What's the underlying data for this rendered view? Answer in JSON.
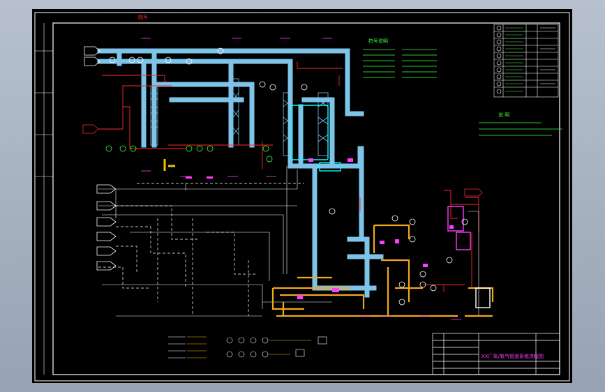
{
  "drawing": {
    "sheet_code": "图号",
    "legend_title": "符号说明",
    "notes_title": "说 明",
    "title_block_name": "XX厂氧/氮气管道系统流程图"
  },
  "colors": {
    "background_gradient": "#a9b4c2",
    "sheet": "#000000",
    "border": "#ffffff",
    "main_pipe": "#7ec3e8",
    "steam_pipe": "#f2a91c",
    "red_line": "#ff2a2a",
    "dashed_line": "#ffffff",
    "magenta": "#ff3cff",
    "cyan": "#00ffff",
    "green": "#3cff3c",
    "yellow": "#ffff00"
  }
}
